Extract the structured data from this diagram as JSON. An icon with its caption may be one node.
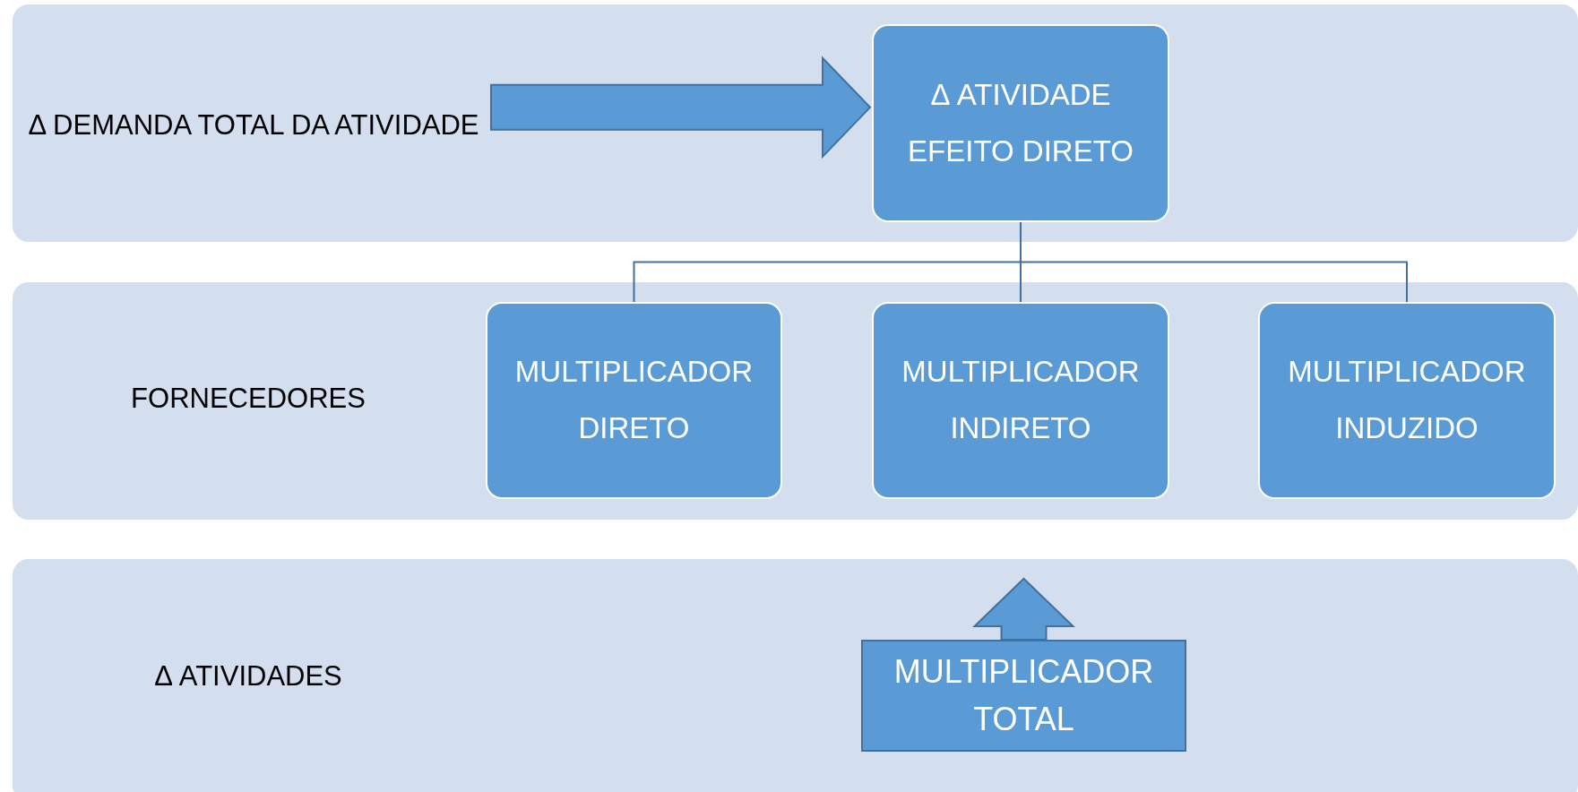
{
  "diagram": {
    "nodes": [
      {
        "text": [],
        "shape": "band"
      },
      {
        "text": [
          "Δ DEMANDA TOTAL DA ATIVIDADE"
        ],
        "in": 0
      },
      {
        "text": [
          "Δ ATIVIDADE EFEITO DIRETO"
        ],
        "in": 0
      },
      {
        "text": [],
        "shape": "band"
      },
      {
        "text": [
          "FORNECEDORES"
        ],
        "in": 3
      },
      {
        "text": [
          "MULTIPLICADOR DIRETO"
        ],
        "in": 3
      },
      {
        "text": [
          "MULTIPLICADOR INDIRETO"
        ],
        "in": 3
      },
      {
        "text": [
          "MULTIPLICADOR INDUZIDO"
        ],
        "in": 3
      },
      {
        "text": [],
        "shape": "band"
      },
      {
        "text": [
          "Δ ATIVIDADES"
        ],
        "in": 8
      },
      {
        "text": [
          "MULTIPLICADOR TOTAL"
        ],
        "in": 8
      }
    ],
    "edges": [
      {
        "from": 1,
        "to": 2,
        "arrow": "to",
        "style": "thick"
      },
      {
        "from": 2,
        "to": 5,
        "arrow": "none"
      },
      {
        "from": 2,
        "to": 6,
        "arrow": "none"
      },
      {
        "from": 2,
        "to": 7,
        "arrow": "none"
      },
      {
        "from": 10,
        "to": null,
        "arrow": "to",
        "style": "thick"
      }
    ]
  }
}
